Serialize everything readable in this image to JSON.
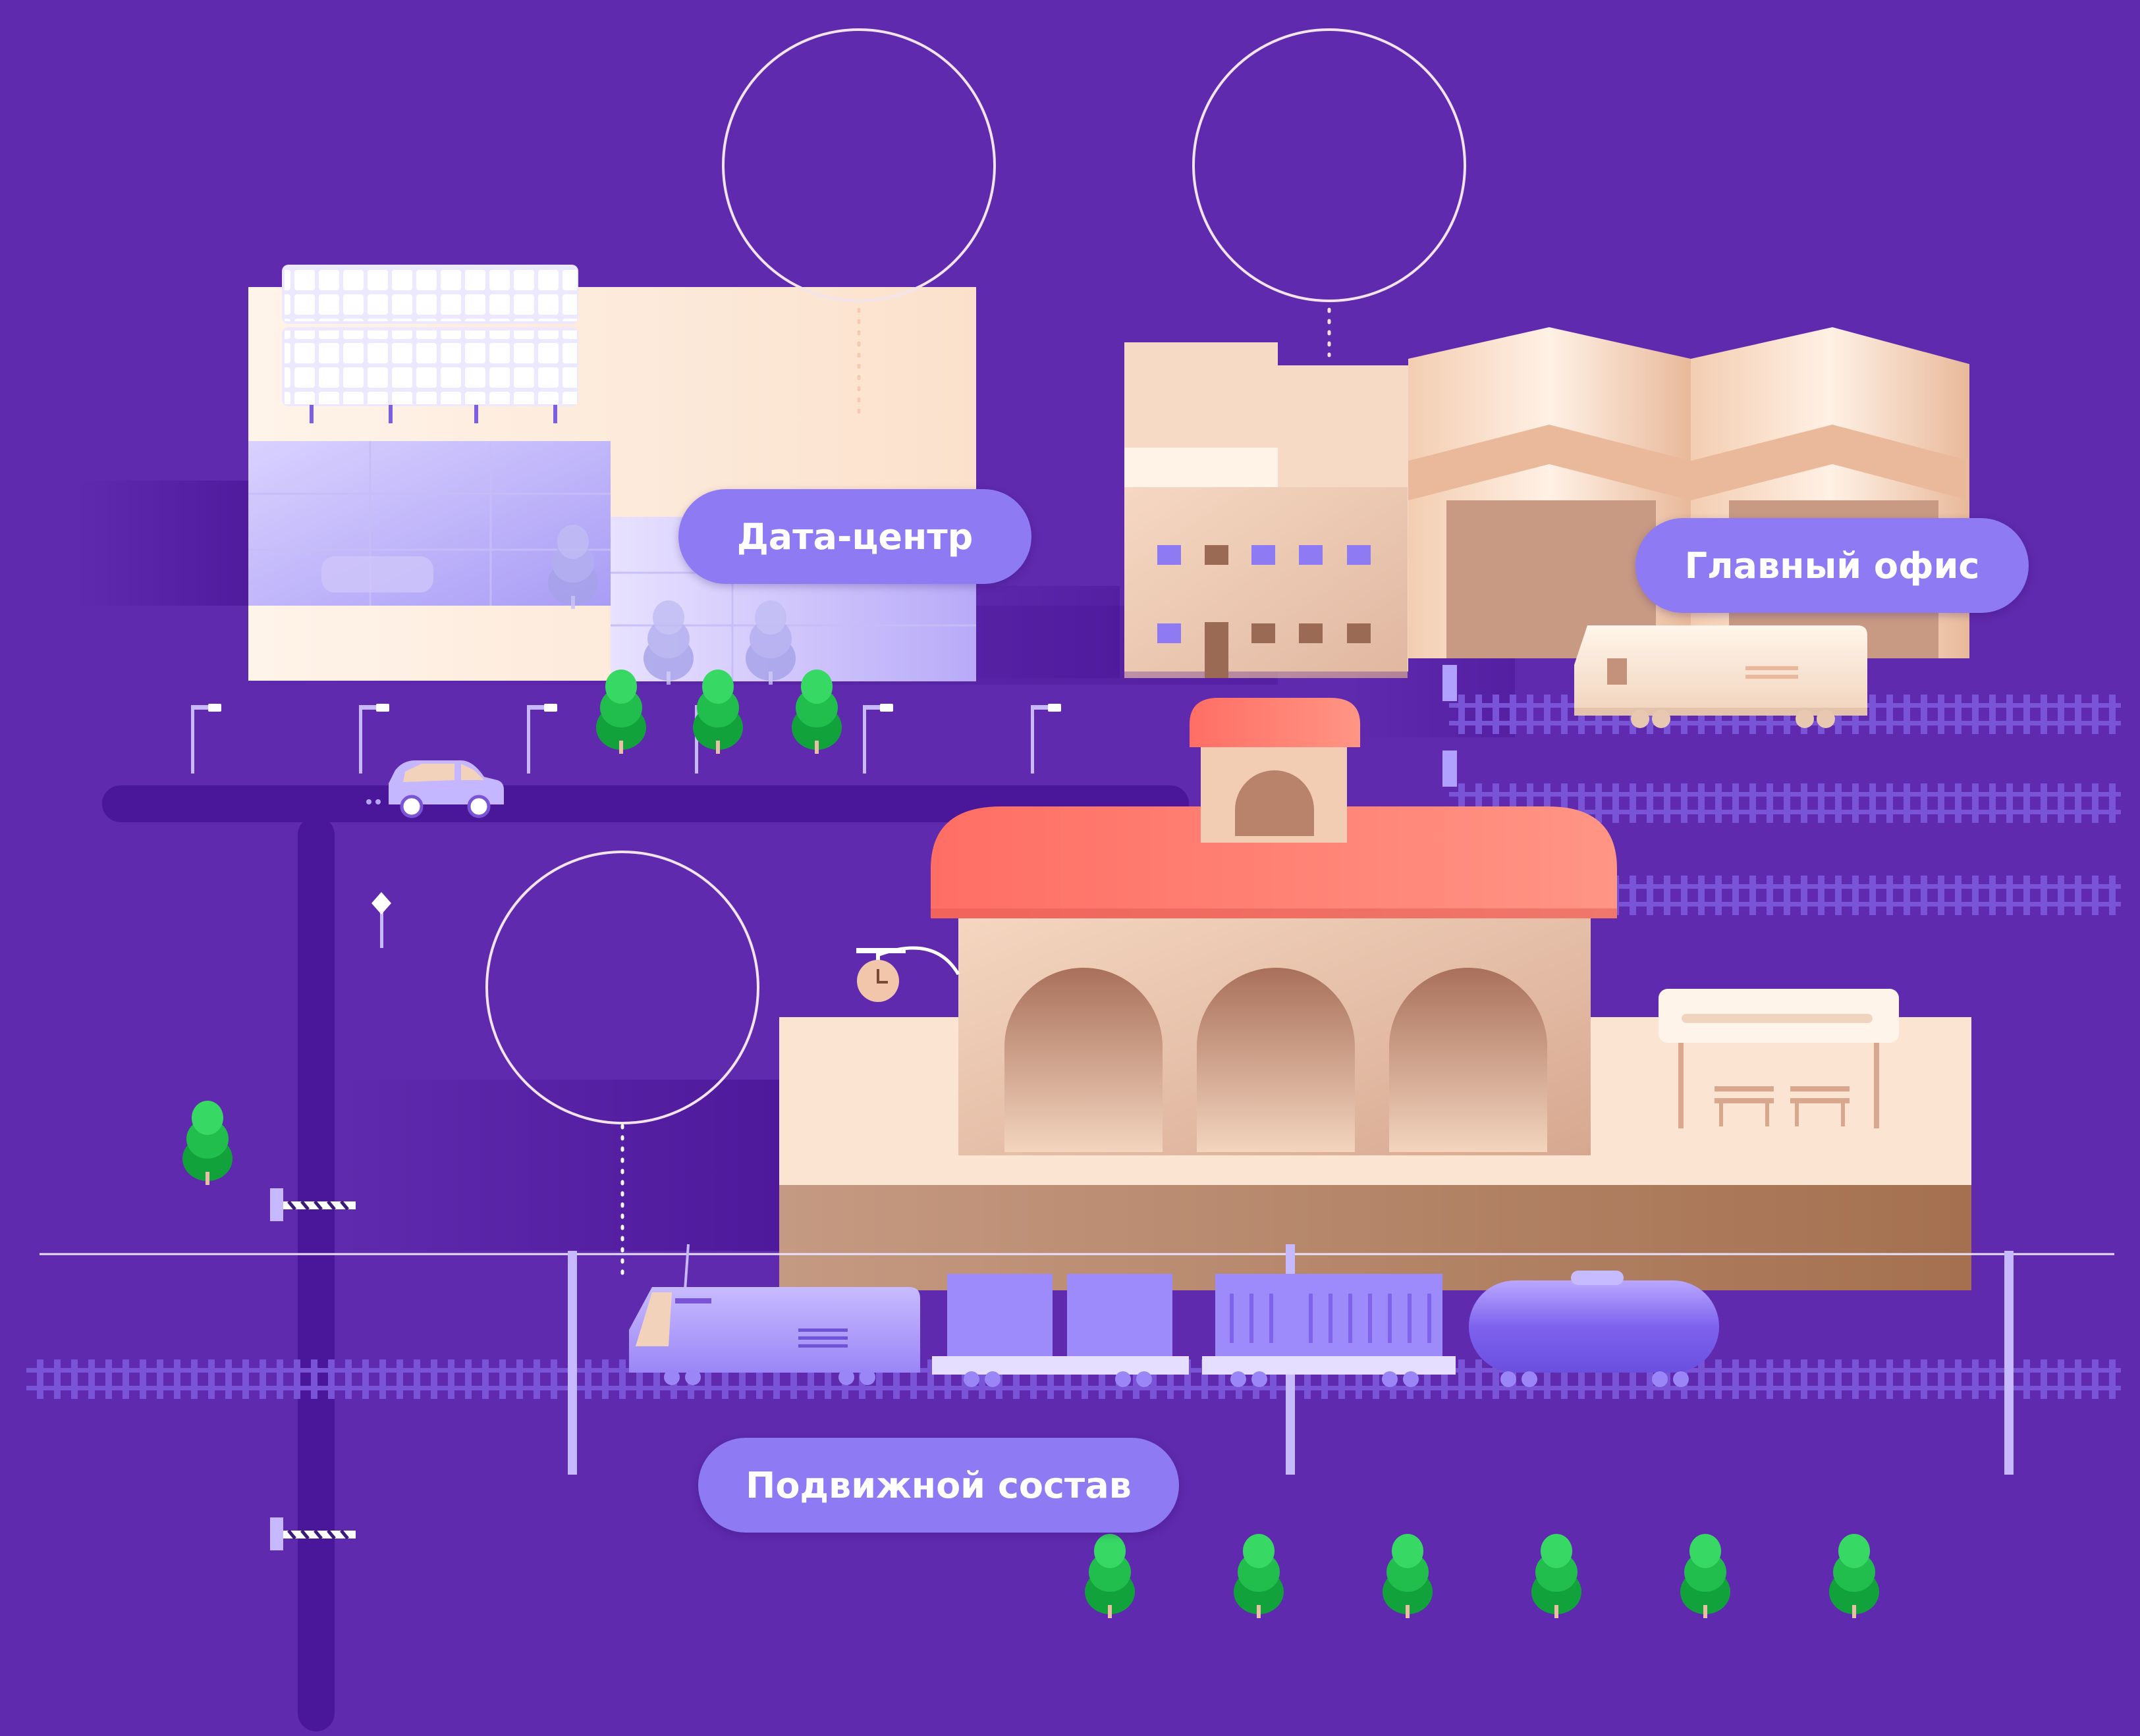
{
  "labels": {
    "datacenter": "Дата-центр",
    "office": "Главный офис",
    "rolling_stock": "Подвижной состав"
  },
  "colors": {
    "background": "#5f2aad",
    "pill": "#8e7bf4",
    "roof": "#ff7b6e",
    "building": "#f5d5be",
    "tree": "#1fbf4a",
    "train": "#b6a6ff"
  },
  "icons": [
    "solar-panel-icon",
    "car-icon",
    "tree-icon",
    "street-lamp-icon",
    "clock-icon",
    "locomotive-icon",
    "tank-car-icon",
    "railway-barrier-icon",
    "bench-icon"
  ]
}
